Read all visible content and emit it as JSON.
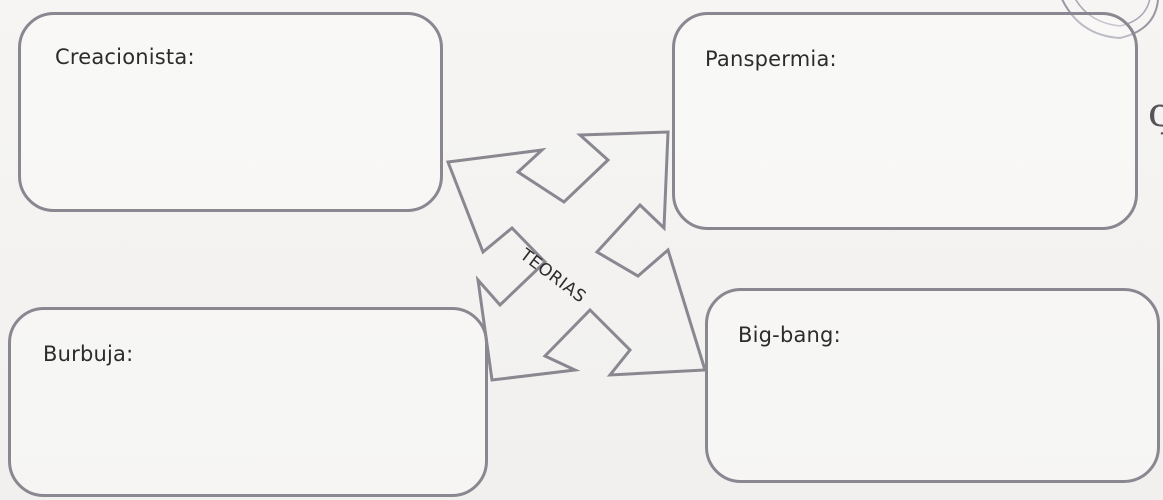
{
  "diagram": {
    "center": "TEORIAS",
    "boxes": {
      "creacionista": "Creacionista:",
      "panspermia": "Panspermia:",
      "burbuja": "Burbuja:",
      "bigbang": "Big-bang:"
    }
  },
  "colors": {
    "border": "#8a8790",
    "text": "#2c2c2c",
    "paper": "#f4f3f1"
  }
}
